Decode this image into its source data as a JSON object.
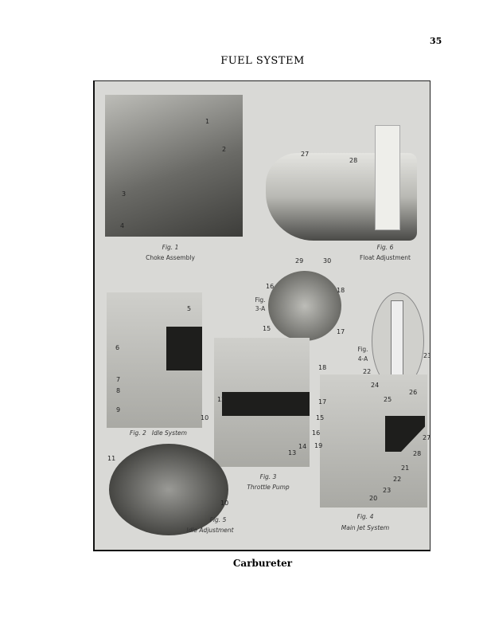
{
  "page_number": "35",
  "section_title": "FUEL SYSTEM",
  "plate_caption": "Carbureter",
  "figures": {
    "fig1": {
      "number": "Fig. 1",
      "title": "Choke Assembly"
    },
    "fig2": {
      "number": "Fig. 2",
      "title": "Idle System"
    },
    "fig3": {
      "number": "Fig. 3",
      "title": "Throttle Pump"
    },
    "fig3a": {
      "number": "Fig.",
      "sub": "3-A"
    },
    "fig4": {
      "number": "Fig. 4",
      "title": "Main Jet System"
    },
    "fig4a": {
      "number": "Fig.",
      "sub": "4-A"
    },
    "fig5": {
      "number": "Fig. 5",
      "title": "Idle Adjustment"
    },
    "fig6": {
      "number": "Fig. 6",
      "title": "Float Adjustment"
    }
  },
  "callouts": [
    "1",
    "2",
    "3",
    "4",
    "27",
    "28",
    "29",
    "30",
    "5",
    "6",
    "7",
    "8",
    "9",
    "10",
    "16",
    "15",
    "18",
    "17",
    "18",
    "12",
    "17",
    "15",
    "16",
    "14",
    "13",
    "23",
    "22",
    "24",
    "25",
    "26",
    "27",
    "28",
    "19",
    "21",
    "22",
    "23",
    "20",
    "11",
    "10"
  ]
}
